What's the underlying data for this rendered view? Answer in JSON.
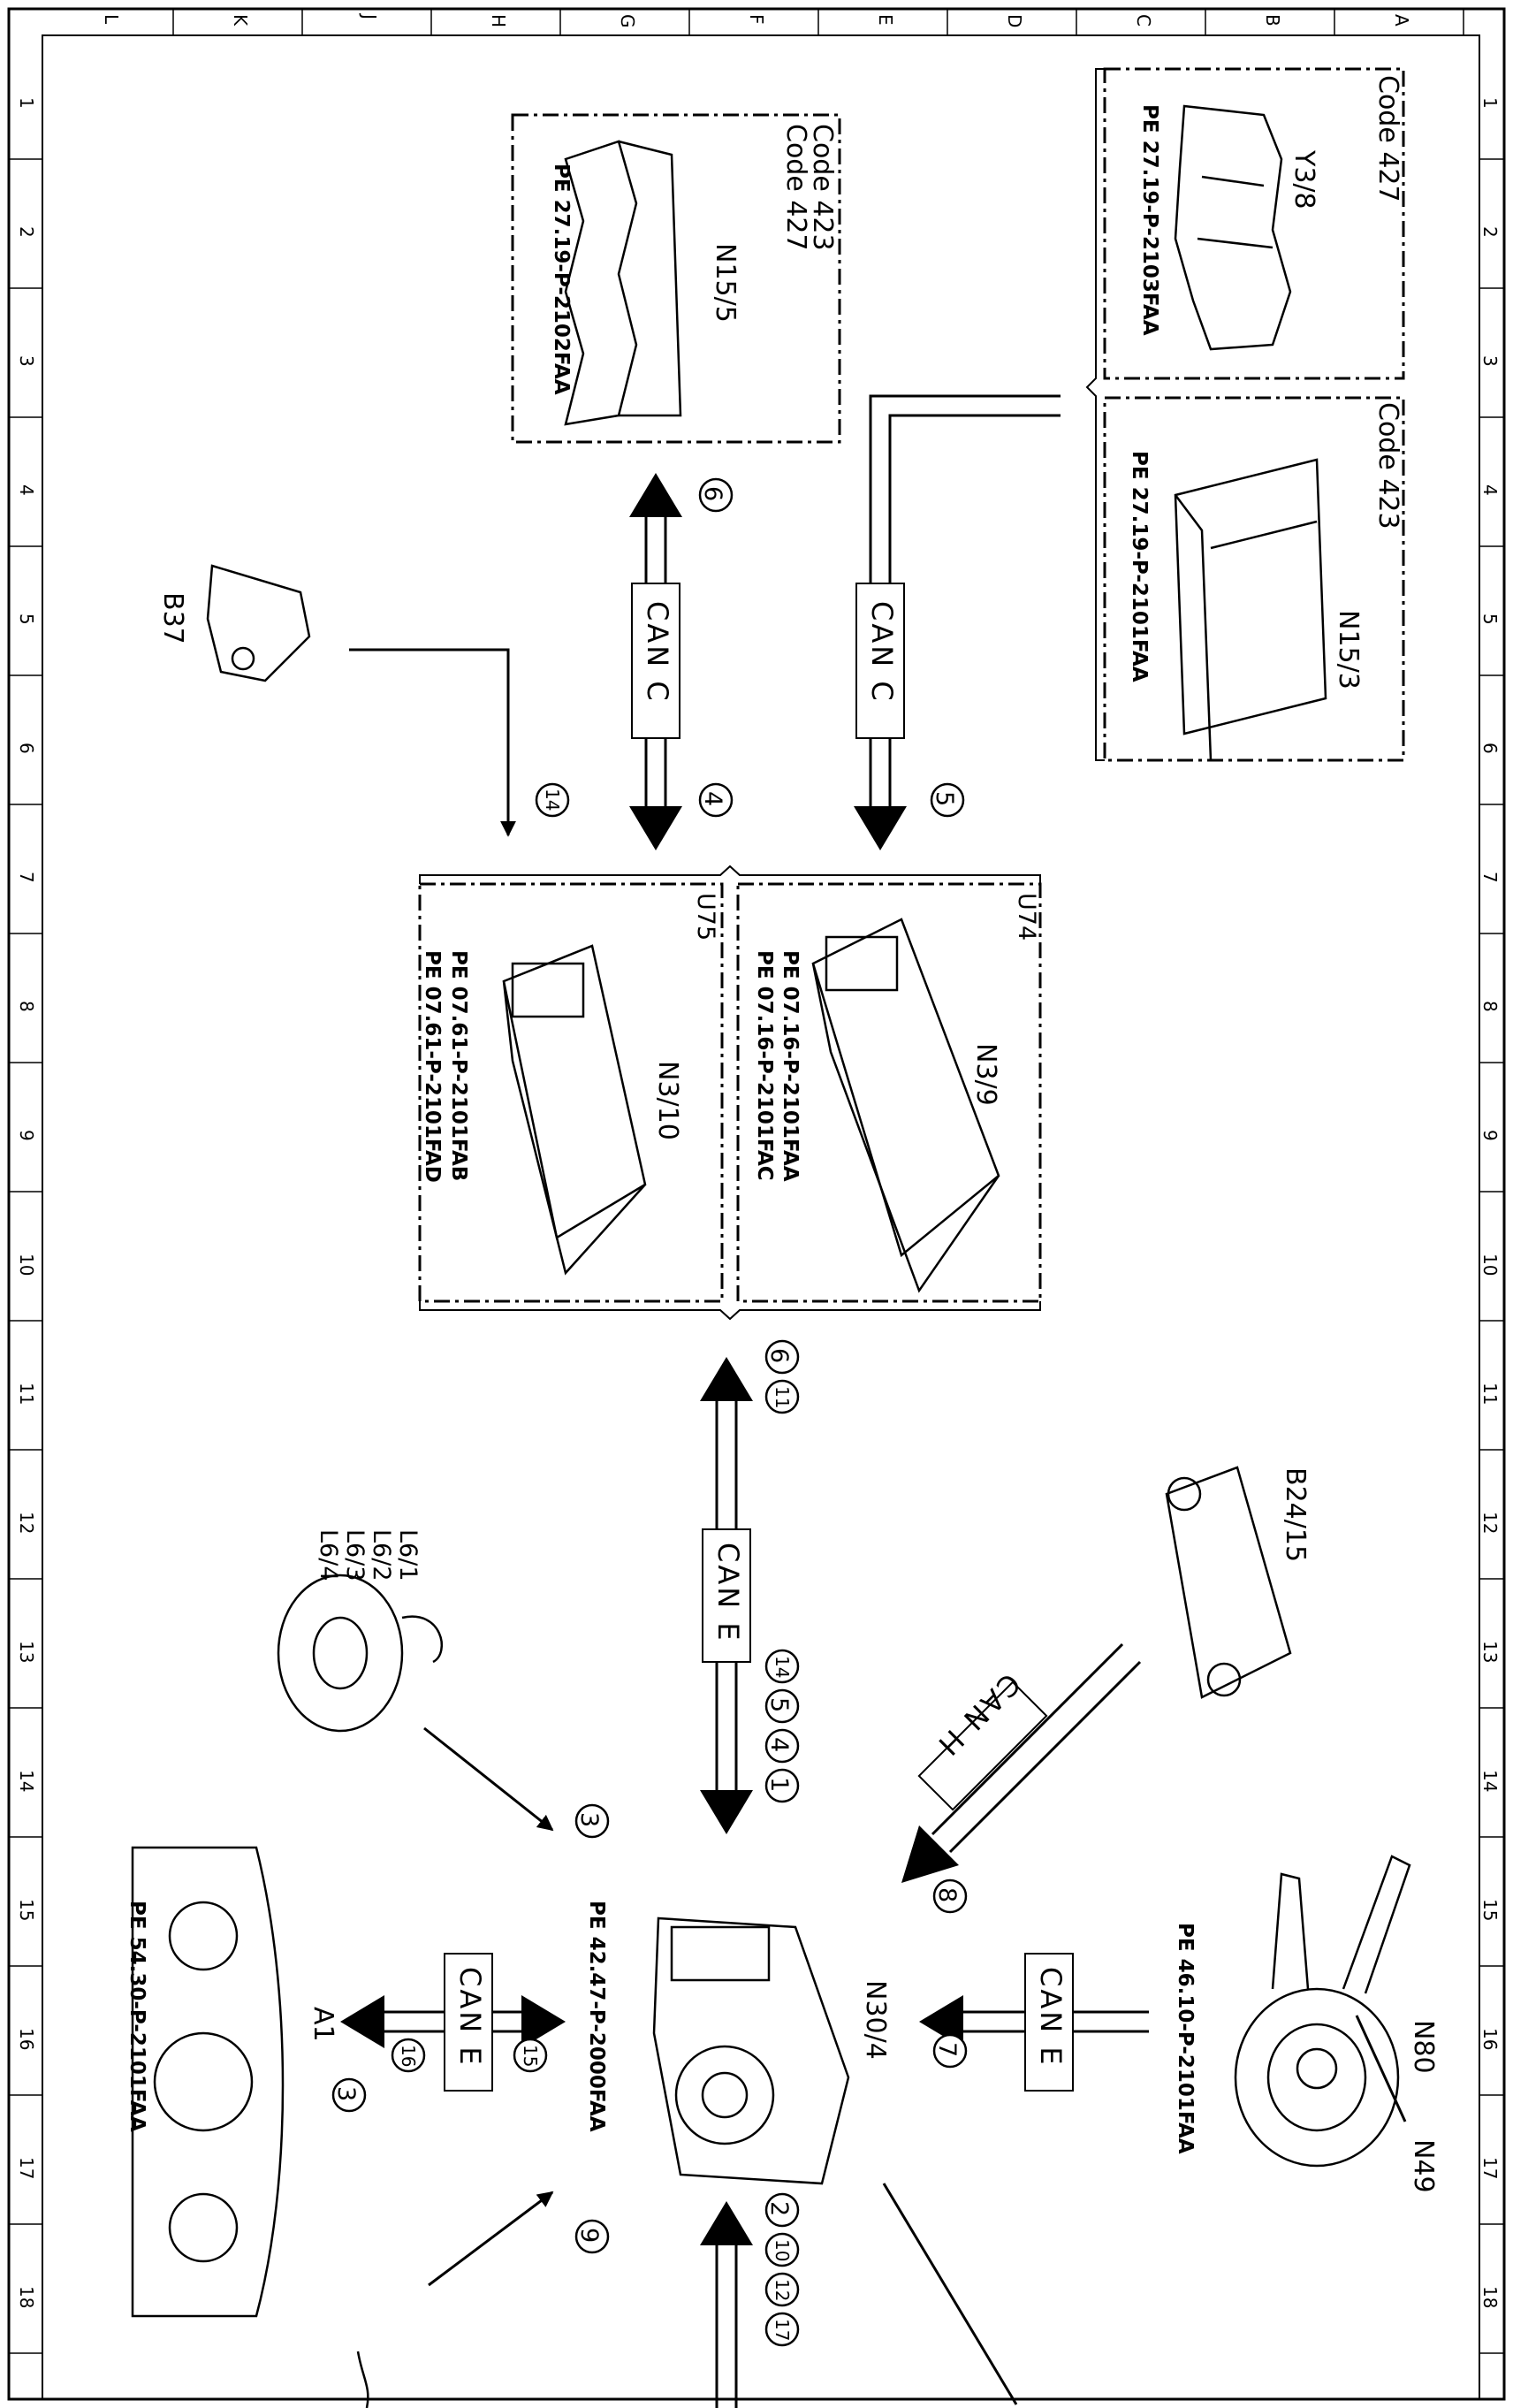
{
  "grid": {
    "letters": [
      "L",
      "K",
      "J",
      "H",
      "G",
      "F",
      "E",
      "D",
      "C",
      "B",
      "A"
    ],
    "numbers": [
      "1",
      "2",
      "3",
      "4",
      "5",
      "6",
      "7",
      "8",
      "9",
      "10",
      "11",
      "12",
      "13",
      "14",
      "15",
      "16",
      "17",
      "18"
    ]
  },
  "components": {
    "y3_8": {
      "code": "Code 427",
      "id": "Y3/8",
      "ref": "PE 27.19-P-2103FAA"
    },
    "n15_3": {
      "code": "Code 423",
      "id": "N15/3",
      "ref": "PE 27.19-P-2101FAA"
    },
    "n15_5": {
      "code1": "Code 423",
      "code2": "Code 427",
      "id": "N15/5",
      "ref": "PE 27.19-P-2102FAA"
    },
    "b37": {
      "id": "B37"
    },
    "u74": {
      "code": "U74",
      "id": "N3/9",
      "ref1": "PE 07.16-P-2101FAA",
      "ref2": "PE 07.16-P-2101FAC"
    },
    "u75": {
      "code": "U75",
      "id": "N3/10",
      "ref1": "PE 07.61-P-2101FAB",
      "ref2": "PE 07.61-P-2101FAD"
    },
    "b24_15": {
      "id": "B24/15"
    },
    "l6": {
      "ids": [
        "L6/1",
        "L6/2",
        "L6/3",
        "L6/4"
      ]
    },
    "n30_4": {
      "id": "N30/4",
      "ref": "PE 42.47-P-2000FAA"
    },
    "n80": {
      "id": "N80",
      "sub": "N49",
      "ref": "PE 46.10-P-2101FAA"
    },
    "a1": {
      "id": "A1",
      "ref": "PE 54.30-P-2101FAA"
    }
  },
  "buses": {
    "can_c_1": "CAN C",
    "can_c_2": "CAN C",
    "can_e_main": "CAN E",
    "can_h": "CAN H",
    "can_e_n80": "CAN E",
    "can_e_a1": "CAN E"
  },
  "markers": {
    "m6_top": "6",
    "m4": "4",
    "m5": "5",
    "m14_b37": "14",
    "m6_e": "6",
    "m11": "11",
    "m14": "14",
    "m5b": "5",
    "m4b": "4",
    "m1": "1",
    "m3_l6": "3",
    "m8": "8",
    "m7": "7",
    "m16": "16",
    "m15": "15",
    "m3_a1": "3",
    "m9": "9",
    "m2": "2",
    "m10": "10",
    "m12": "12",
    "m17": "17"
  },
  "colors": {
    "line": "#000000",
    "background": "#ffffff",
    "label_box": "#ffffff"
  }
}
